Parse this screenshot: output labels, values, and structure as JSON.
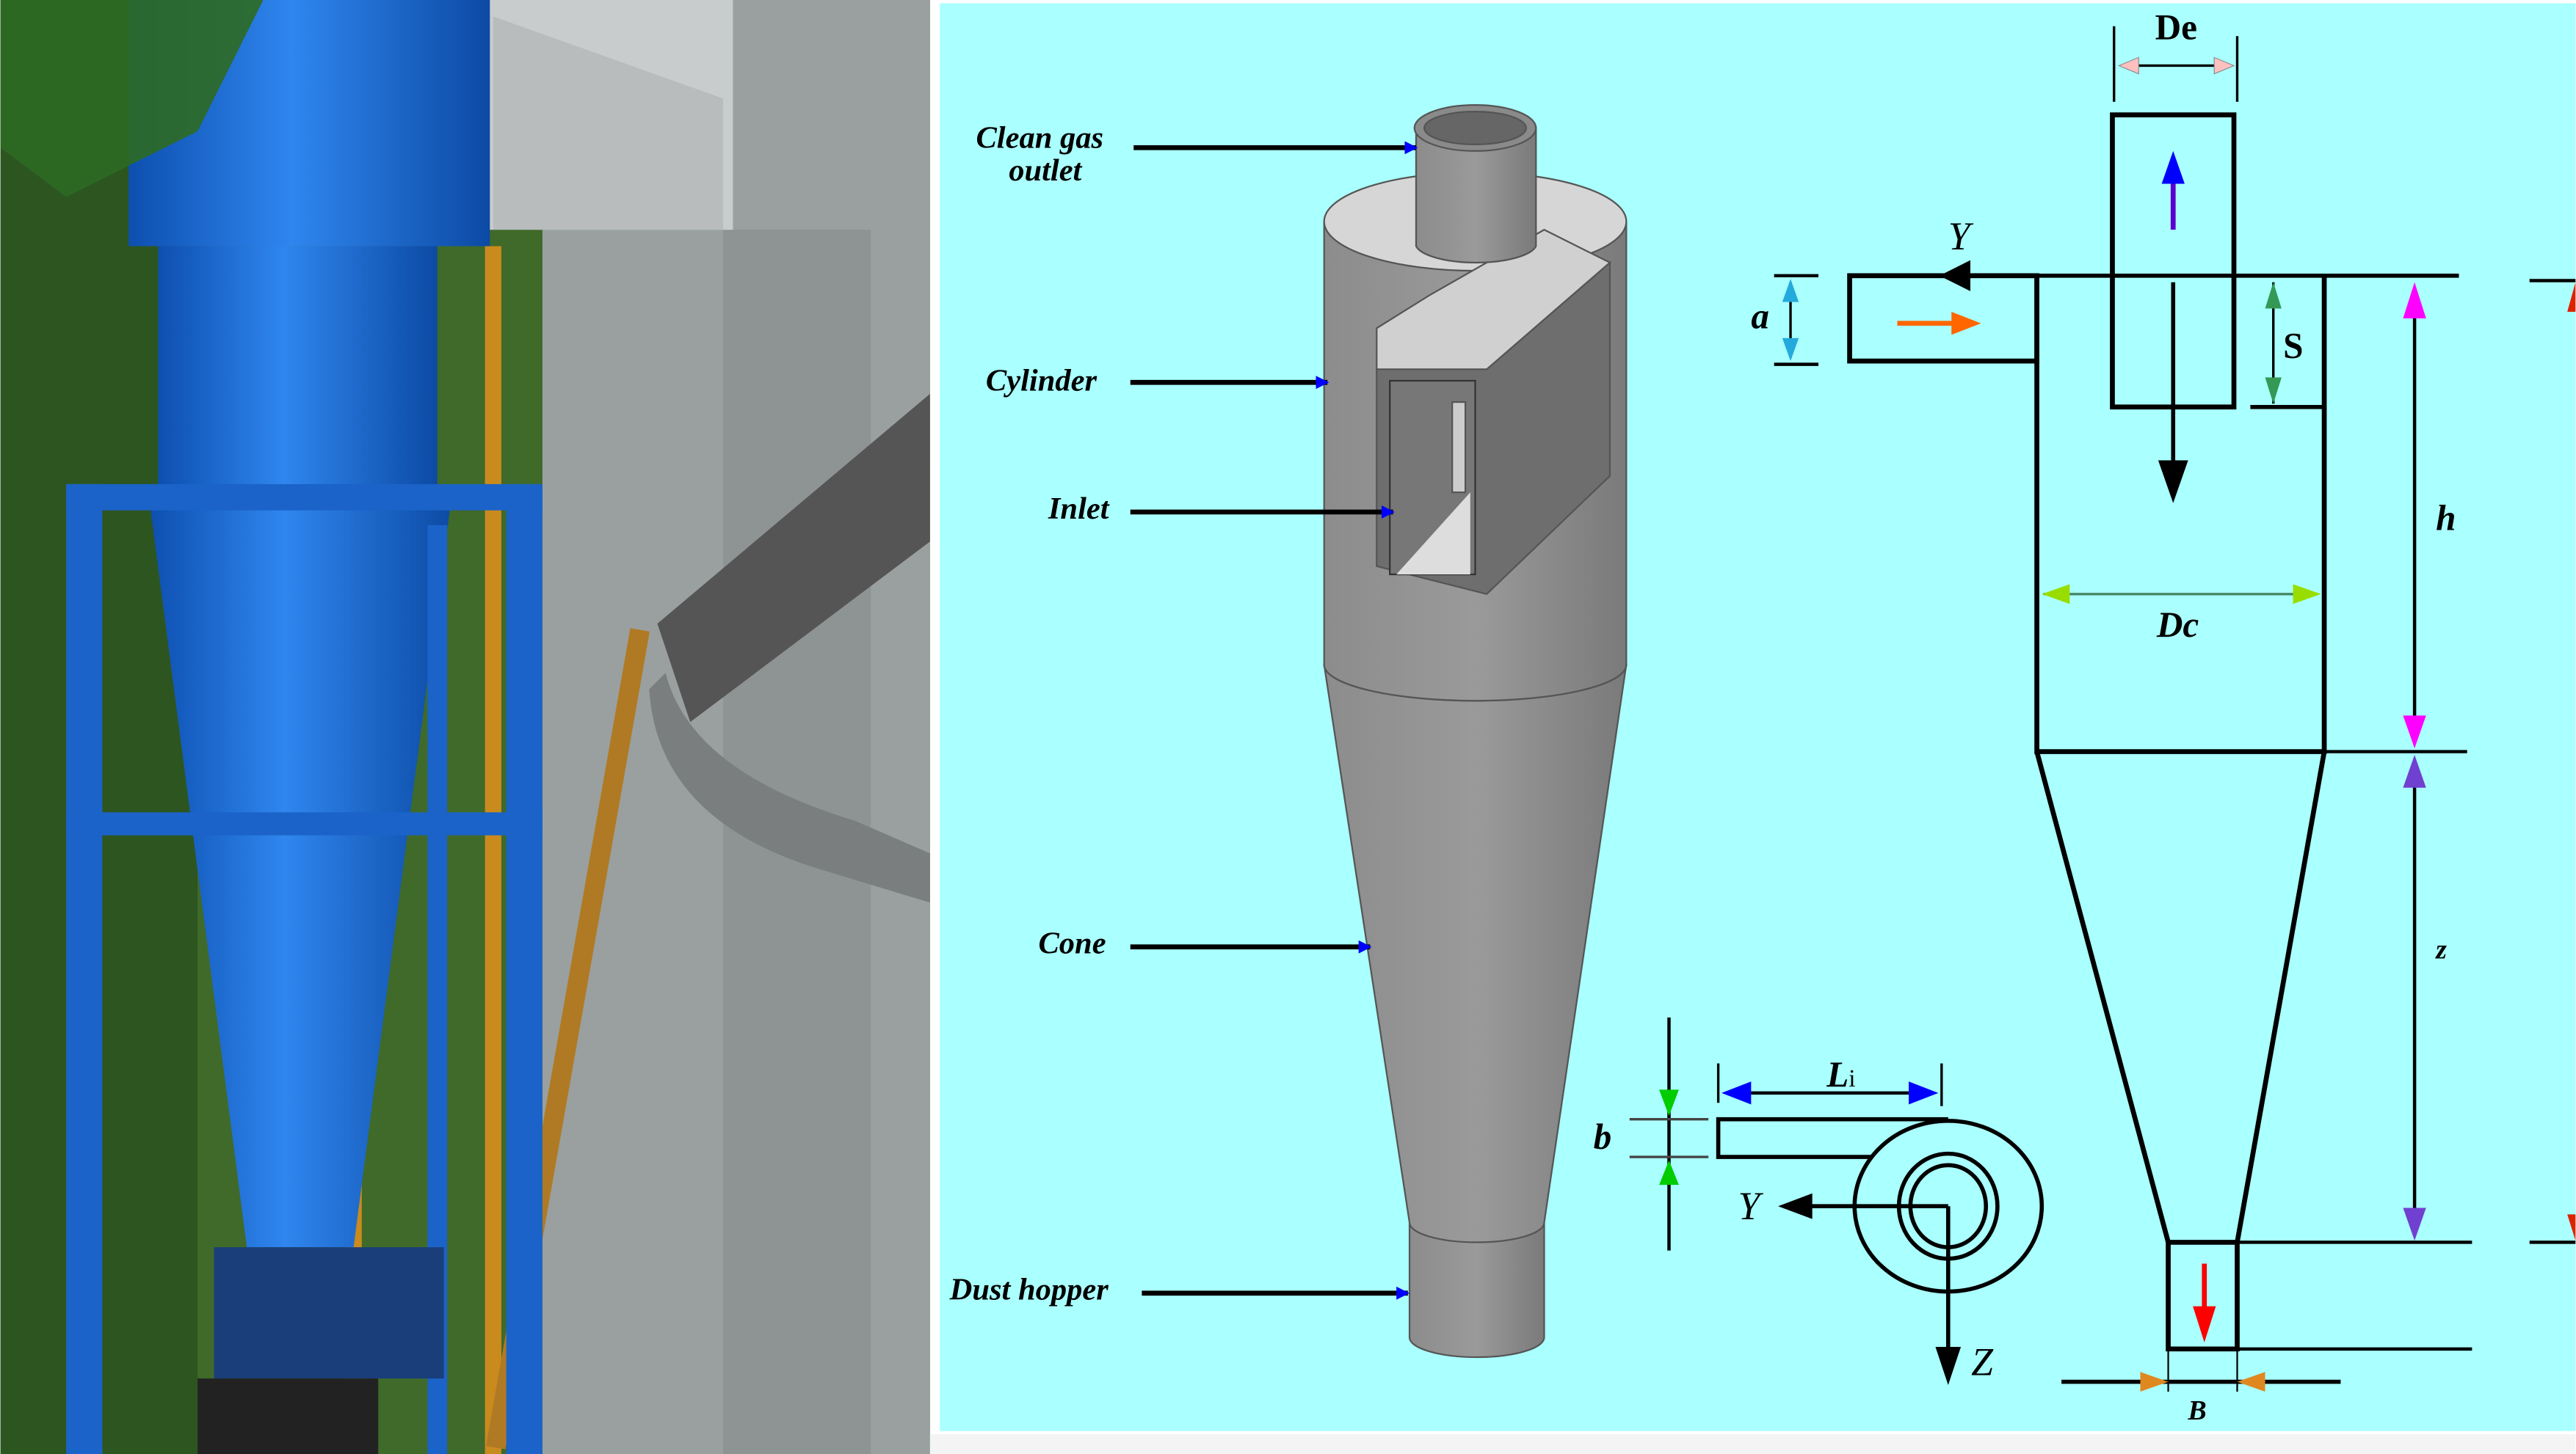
{
  "labels": {
    "clean_gas_outlet_1": "Clean gas",
    "clean_gas_outlet_2": "outlet",
    "cylinder": "Cylinder",
    "inlet": "Inlet",
    "cone": "Cone",
    "dust_hopper": "Dust hopper"
  },
  "dimensions": {
    "De": "De",
    "Dc": "Dc",
    "a": "a",
    "s": "S",
    "h": "h",
    "z": "z",
    "B": "B",
    "b": "b",
    "Li_main": "L",
    "Li_sub": "i"
  },
  "axes": {
    "y_top": "Y",
    "y_side": "Y",
    "z_side": "Z"
  },
  "colors": {
    "panel_bg": "#aaffff",
    "pointer_arrow": "#0000ff",
    "cyclone_body": "#8a8a8a",
    "photo_cyclone": "#1f6fd6"
  }
}
